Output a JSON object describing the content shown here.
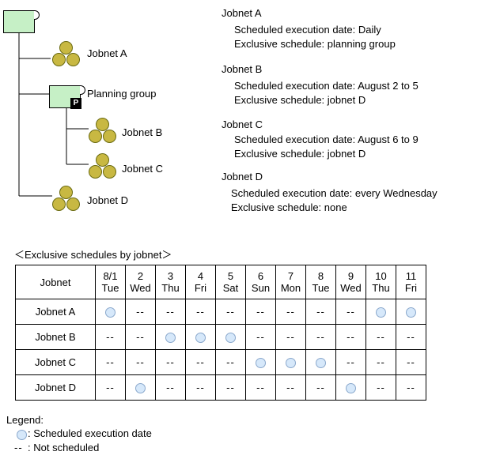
{
  "tree": {
    "items": [
      {
        "label": "Jobnet A"
      },
      {
        "label": "Planning group",
        "badge": "P"
      },
      {
        "label": "Jobnet B"
      },
      {
        "label": "Jobnet C"
      },
      {
        "label": "Jobnet D"
      }
    ]
  },
  "descriptions": [
    {
      "name": "Jobnet A",
      "date_line": "Scheduled execution date: Daily",
      "excl_line": "Exclusive schedule: planning group"
    },
    {
      "name": "Jobnet B",
      "date_line": "Scheduled execution date: August 2 to 5",
      "excl_line": "Exclusive schedule: jobnet D"
    },
    {
      "name": "Jobnet C",
      "date_line": "Scheduled execution date: August 6 to 9",
      "excl_line": "Exclusive schedule: jobnet D"
    },
    {
      "name": "Jobnet D",
      "date_line": "Scheduled execution date: every Wednesday",
      "excl_line": "Exclusive schedule: none"
    }
  ],
  "table": {
    "title": "＜Exclusive schedules by jobnet＞",
    "corner": "Jobnet",
    "columns": [
      {
        "date": "8/1",
        "day": "Tue"
      },
      {
        "date": "2",
        "day": "Wed"
      },
      {
        "date": "3",
        "day": "Thu"
      },
      {
        "date": "4",
        "day": "Fri"
      },
      {
        "date": "5",
        "day": "Sat"
      },
      {
        "date": "6",
        "day": "Sun"
      },
      {
        "date": "7",
        "day": "Mon"
      },
      {
        "date": "8",
        "day": "Tue"
      },
      {
        "date": "9",
        "day": "Wed"
      },
      {
        "date": "10",
        "day": "Thu"
      },
      {
        "date": "11",
        "day": "Fri"
      }
    ],
    "rows": [
      {
        "name": "Jobnet A",
        "cells": [
          1,
          0,
          0,
          0,
          0,
          0,
          0,
          0,
          0,
          1,
          1
        ]
      },
      {
        "name": "Jobnet B",
        "cells": [
          0,
          0,
          1,
          1,
          1,
          0,
          0,
          0,
          0,
          0,
          0
        ]
      },
      {
        "name": "Jobnet C",
        "cells": [
          0,
          0,
          0,
          0,
          0,
          1,
          1,
          1,
          0,
          0,
          0
        ]
      },
      {
        "name": "Jobnet D",
        "cells": [
          0,
          1,
          0,
          0,
          0,
          0,
          0,
          0,
          1,
          0,
          0
        ]
      }
    ],
    "not_scheduled_mark": "--"
  },
  "legend": {
    "title": "Legend:",
    "scheduled": ": Scheduled execution date",
    "not_scheduled_mark": "--",
    "not_scheduled": ": Not scheduled"
  },
  "colors": {
    "folder": "#c6f0c6",
    "jobnet": "#c8b842",
    "scheduled_dot": "#d6e8fa"
  }
}
